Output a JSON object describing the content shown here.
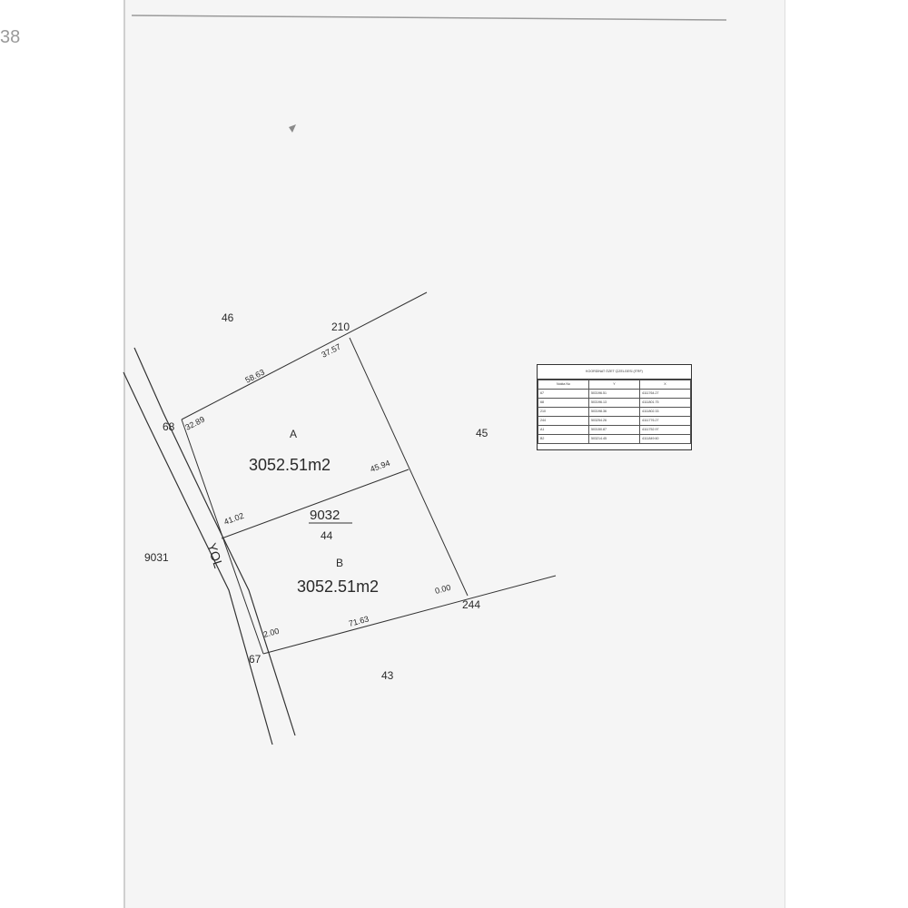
{
  "page": {
    "corner_number": "38"
  },
  "road": {
    "label": "YOL"
  },
  "parcels": {
    "A": {
      "letter": "A",
      "area": "3052.51m2"
    },
    "B": {
      "letter": "B",
      "area": "3052.51m2"
    },
    "block": "9032",
    "parcel_no": "44"
  },
  "neighbors": {
    "n46": "46",
    "n45": "45",
    "n43": "43",
    "n9031": "9031"
  },
  "points": {
    "p210": "210",
    "p68": "68",
    "p67": "67",
    "p244": "244"
  },
  "dimensions": {
    "d1": "58.63",
    "d2": "37.57",
    "d3": "32.89",
    "d4": "45.94",
    "d5": "41.02",
    "d6": "0.00",
    "d7": "71.63",
    "d8": "2.00"
  },
  "coordinates_table": {
    "title": "KOORDİNAT ÖZET ÇİZELGESİ (ITRF)",
    "headers": [
      "Nokta No",
      "Y",
      "X"
    ],
    "rows": [
      [
        "67",
        "503196.51",
        "4111764.27"
      ],
      [
        "68",
        "503196.13",
        "4111801.75"
      ],
      [
        "210",
        "503198.36",
        "4111802.33"
      ],
      [
        "244",
        "503254.26",
        "4111776.27"
      ],
      [
        "A1",
        "503150.87",
        "4111752.97"
      ],
      [
        "B2",
        "503214.45",
        "4111849.60"
      ]
    ]
  }
}
